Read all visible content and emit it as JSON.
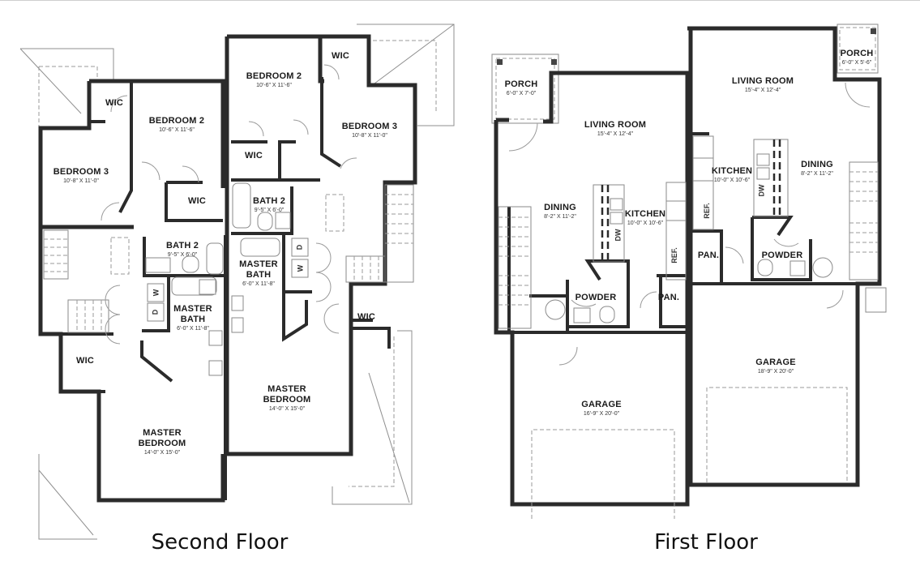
{
  "floors": [
    {
      "title": "Second Floor",
      "rooms": [
        {
          "name": "WIC",
          "dims": ""
        },
        {
          "name": "BEDROOM 2",
          "dims": "10'-6\" X 11'-6\""
        },
        {
          "name": "BEDROOM 3",
          "dims": "10'-8\" X 11'-0\""
        },
        {
          "name": "WIC",
          "dims": ""
        },
        {
          "name": "BATH 2",
          "dims": "9'-5\" X 6'-0\""
        },
        {
          "name": "MASTER BATH",
          "dims": "6'-0\" X 11'-8\""
        },
        {
          "name": "WIC",
          "dims": ""
        },
        {
          "name": "MASTER BEDROOM",
          "dims": "14'-0\" X 15'-0\""
        },
        {
          "name": "BEDROOM 2",
          "dims": "10'-6\" X 11'-6\""
        },
        {
          "name": "WIC",
          "dims": ""
        },
        {
          "name": "BEDROOM 3",
          "dims": "10'-8\" X 11'-0\""
        },
        {
          "name": "WIC",
          "dims": ""
        },
        {
          "name": "BATH 2",
          "dims": "9'-5\" X 6'-0\""
        },
        {
          "name": "MASTER BATH",
          "dims": "6'-0\" X 11'-8\""
        },
        {
          "name": "WIC",
          "dims": ""
        },
        {
          "name": "MASTER BEDROOM",
          "dims": "14'-0\" X 15'-0\""
        }
      ],
      "appliances": {
        "washer": "W",
        "dryer": "D"
      }
    },
    {
      "title": "First Floor",
      "rooms": [
        {
          "name": "PORCH",
          "dims": "6'-0\" X 7'-0\""
        },
        {
          "name": "LIVING ROOM",
          "dims": "15'-4\" X 12'-4\""
        },
        {
          "name": "DINING",
          "dims": "8'-2\" X 11'-2\""
        },
        {
          "name": "KITCHEN",
          "dims": "10'-0\" X 10'-6\""
        },
        {
          "name": "POWDER",
          "dims": ""
        },
        {
          "name": "PAN.",
          "dims": ""
        },
        {
          "name": "GARAGE",
          "dims": "16'-9\" X 20'-0\""
        },
        {
          "name": "LIVING ROOM",
          "dims": "15'-4\" X 12'-4\""
        },
        {
          "name": "PORCH",
          "dims": "6'-0\" X 5'-6\""
        },
        {
          "name": "KITCHEN",
          "dims": "10'-0\" X 10'-6\""
        },
        {
          "name": "DINING",
          "dims": "8'-2\" X 11'-2\""
        },
        {
          "name": "PAN.",
          "dims": ""
        },
        {
          "name": "POWDER",
          "dims": ""
        },
        {
          "name": "GARAGE",
          "dims": "18'-9\" X 20'-0\""
        }
      ],
      "appliances": {
        "dishwasher": "DW",
        "refrigerator": "REF."
      }
    }
  ]
}
